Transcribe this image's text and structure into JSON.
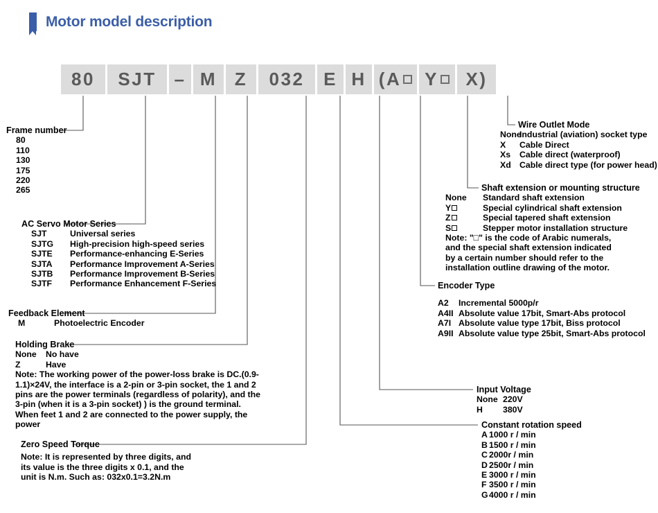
{
  "header": {
    "marker_color": "#3b5ea8",
    "title": "Motor model description"
  },
  "code": {
    "cells": [
      {
        "text": "80",
        "width": 64
      },
      {
        "text": "SJT",
        "width": 86
      },
      {
        "text": "–",
        "width": 32
      },
      {
        "text": "M",
        "width": 44
      },
      {
        "text": "Z",
        "width": 44
      },
      {
        "text": "032",
        "width": 82
      },
      {
        "text": "E",
        "width": 38
      },
      {
        "text": "H",
        "width": 38
      },
      {
        "text": "(A□",
        "width": 62
      },
      {
        "text": "Y□",
        "width": 52
      },
      {
        "text": "X)",
        "width": 56
      }
    ]
  },
  "annotations": {
    "frame_number": {
      "title": "Frame number",
      "items": [
        "80",
        "110",
        "130",
        "175",
        "220",
        "265"
      ]
    },
    "series": {
      "title": "AC Servo Motor Series",
      "rows": [
        {
          "code": "SJT",
          "desc": "Universal series"
        },
        {
          "code": "SJTG",
          "desc": "High-precision high-speed series"
        },
        {
          "code": "SJTE",
          "desc": "Performance-enhancing E-Series"
        },
        {
          "code": "SJTA",
          "desc": "Performance Improvement A-Series"
        },
        {
          "code": "SJTB",
          "desc": "Performance Improvement B-Series"
        },
        {
          "code": "SJTF",
          "desc": "Performance Enhancement F-Series"
        }
      ]
    },
    "feedback": {
      "title": "Feedback Element",
      "rows": [
        {
          "code": "M",
          "desc": "Photoelectric Encoder"
        }
      ]
    },
    "holding_brake": {
      "title": "Holding Brake",
      "rows": [
        {
          "code": "None",
          "desc": "No have"
        },
        {
          "code": "Z",
          "desc": "Have"
        }
      ],
      "note": "Note: The working power of the power-loss brake is DC.(0.9-1.1)×24V, the interface is a 2-pin or 3-pin socket, the 1 and 2 pins are the power terminals (regardless of polarity), and the 3-pin (when it is a 3-pin socket) ) is the ground terminal. When feet 1 and 2 are connected to the power supply, the power"
    },
    "zero_speed_torque": {
      "title": "Zero Speed Torque",
      "note": "Note: It is represented by three digits, and its value is the three digits x 0.1, and the unit is N.m. Such as: 032x0.1=3.2N.m"
    },
    "wire_outlet": {
      "title": "Wire Outlet Mode",
      "rows": [
        {
          "code": "None",
          "desc": "Industrial (aviation) socket type"
        },
        {
          "code": "X",
          "desc": "Cable Direct"
        },
        {
          "code": "Xs",
          "desc": "Cable direct (waterproof)"
        },
        {
          "code": "Xd",
          "desc": "Cable direct type (for power head)"
        }
      ]
    },
    "shaft_extension": {
      "title": "Shaft extension or mounting structure",
      "rows": [
        {
          "code": "None",
          "desc": "Standard shaft extension"
        },
        {
          "code": "Y□",
          "desc": "Special cylindrical shaft extension"
        },
        {
          "code": "Z□",
          "desc": "Special tapered shaft extension"
        },
        {
          "code": "S□",
          "desc": "Stepper motor installation structure"
        }
      ],
      "note": "Note: \"□\" is the code of Arabic numerals, and the special shaft extension indicated by a certain number should refer to the installation outline drawing of the motor."
    },
    "encoder_type": {
      "title": "Encoder Type",
      "rows": [
        {
          "code": "A2",
          "desc": "Incremental 5000p/r"
        },
        {
          "code": "A4II",
          "desc": "Absolute value 17bit, Smart-Abs protocol"
        },
        {
          "code": "A7I",
          "desc": "Absolute value type 17bit, Biss protocol"
        },
        {
          "code": "A9II",
          "desc": "Absolute value type 25bit, Smart-Abs protocol"
        }
      ]
    },
    "input_voltage": {
      "title": "Input Voltage",
      "rows": [
        {
          "code": "None",
          "desc": "220V"
        },
        {
          "code": "H",
          "desc": "380V"
        }
      ]
    },
    "rotation_speed": {
      "title": "Constant rotation speed",
      "rows": [
        {
          "code": "A",
          "desc": "1000 r / min"
        },
        {
          "code": "B",
          "desc": "1500 r / min"
        },
        {
          "code": "C",
          "desc": "2000r / min"
        },
        {
          "code": "D",
          "desc": "2500r / min"
        },
        {
          "code": "E",
          "desc": "3000 r / min"
        },
        {
          "code": "F",
          "desc": "3500 r / min"
        },
        {
          "code": "G",
          "desc": "4000 r / min"
        }
      ]
    }
  }
}
